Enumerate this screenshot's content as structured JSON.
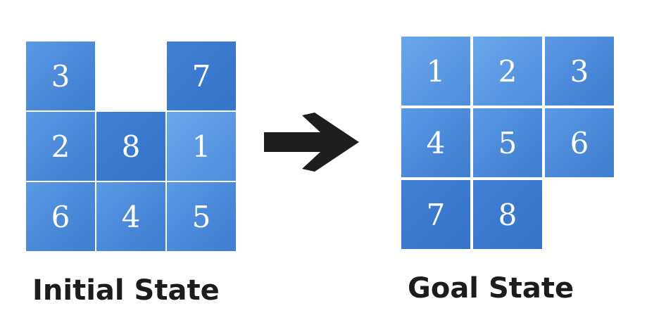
{
  "initial_state": {
    "caption": "Initial State",
    "rows": [
      [
        "3",
        "",
        "7"
      ],
      [
        "2",
        "8",
        "1"
      ],
      [
        "6",
        "4",
        "5"
      ]
    ]
  },
  "goal_state": {
    "caption": "Goal State",
    "rows": [
      [
        "1",
        "2",
        "3"
      ],
      [
        "4",
        "5",
        "6"
      ],
      [
        "7",
        "8",
        ""
      ]
    ]
  },
  "arrow_icon": "right-arrow-icon",
  "colors": {
    "tile": "#4a88d8",
    "tile_dark": "#3574c8",
    "tile_text": "#ffffff",
    "arrow": "#1e1e1e",
    "caption_text": "#1c1c1c"
  }
}
